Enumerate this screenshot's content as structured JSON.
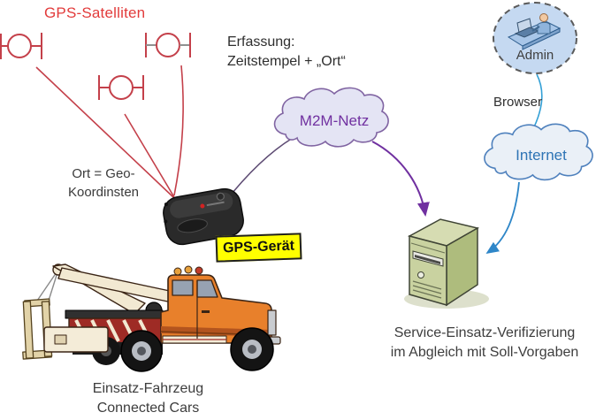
{
  "diagram": {
    "satellites_label": "GPS-Satelliten",
    "capture_note_line1": "Erfassung:",
    "capture_note_line2": "Zeitstempel + „Ort“",
    "location_note_line1": "Ort = Geo-",
    "location_note_line2": "Koordinsten",
    "m2m_cloud_label": "M2M-Netz",
    "gps_device_label": "GPS-Gerät",
    "admin_label": "Admin",
    "browser_label": "Browser",
    "internet_cloud_label": "Internet",
    "server_caption_line1": "Service-Einsatz-Verifizierung",
    "server_caption_line2": "im Abgleich mit Soll-Vorgaben",
    "vehicle_caption_line1": "Einsatz-Fahrzeug",
    "vehicle_caption_line2": "Connected Cars"
  },
  "colors": {
    "satellite_red": "#c4404a",
    "red_title": "#e23b3b",
    "m2m_purple_stroke": "#8064a2",
    "m2m_purple_fill": "#e4e4f4",
    "m2m_text": "#7030a0",
    "purple_arrow": "#7030a0",
    "internet_stroke": "#4f81bd",
    "internet_fill": "#eaf0f7",
    "internet_text": "#2e74b5",
    "blue_line": "#33a0d6",
    "blue_arrow": "#2e86c8",
    "admin_circle_fill": "#c5d9f1",
    "server_front": "#c9d2a0",
    "server_side": "#aebc7d",
    "server_top": "#d6dcb2",
    "device_label_bg": "#ffff00",
    "truck_orange": "#e8802b",
    "truck_cream": "#f4ecd8",
    "truck_bed_red": "#9e2b25"
  },
  "icons": {
    "satellite-icon": "GPS satellite symbol",
    "gps-device-icon": "black GPS tracker device",
    "m2m-cloud-icon": "purple network cloud",
    "internet-cloud-icon": "blue internet cloud",
    "admin-icon": "person at laptop",
    "server-icon": "green server tower",
    "tow-truck-icon": "orange tow truck"
  }
}
